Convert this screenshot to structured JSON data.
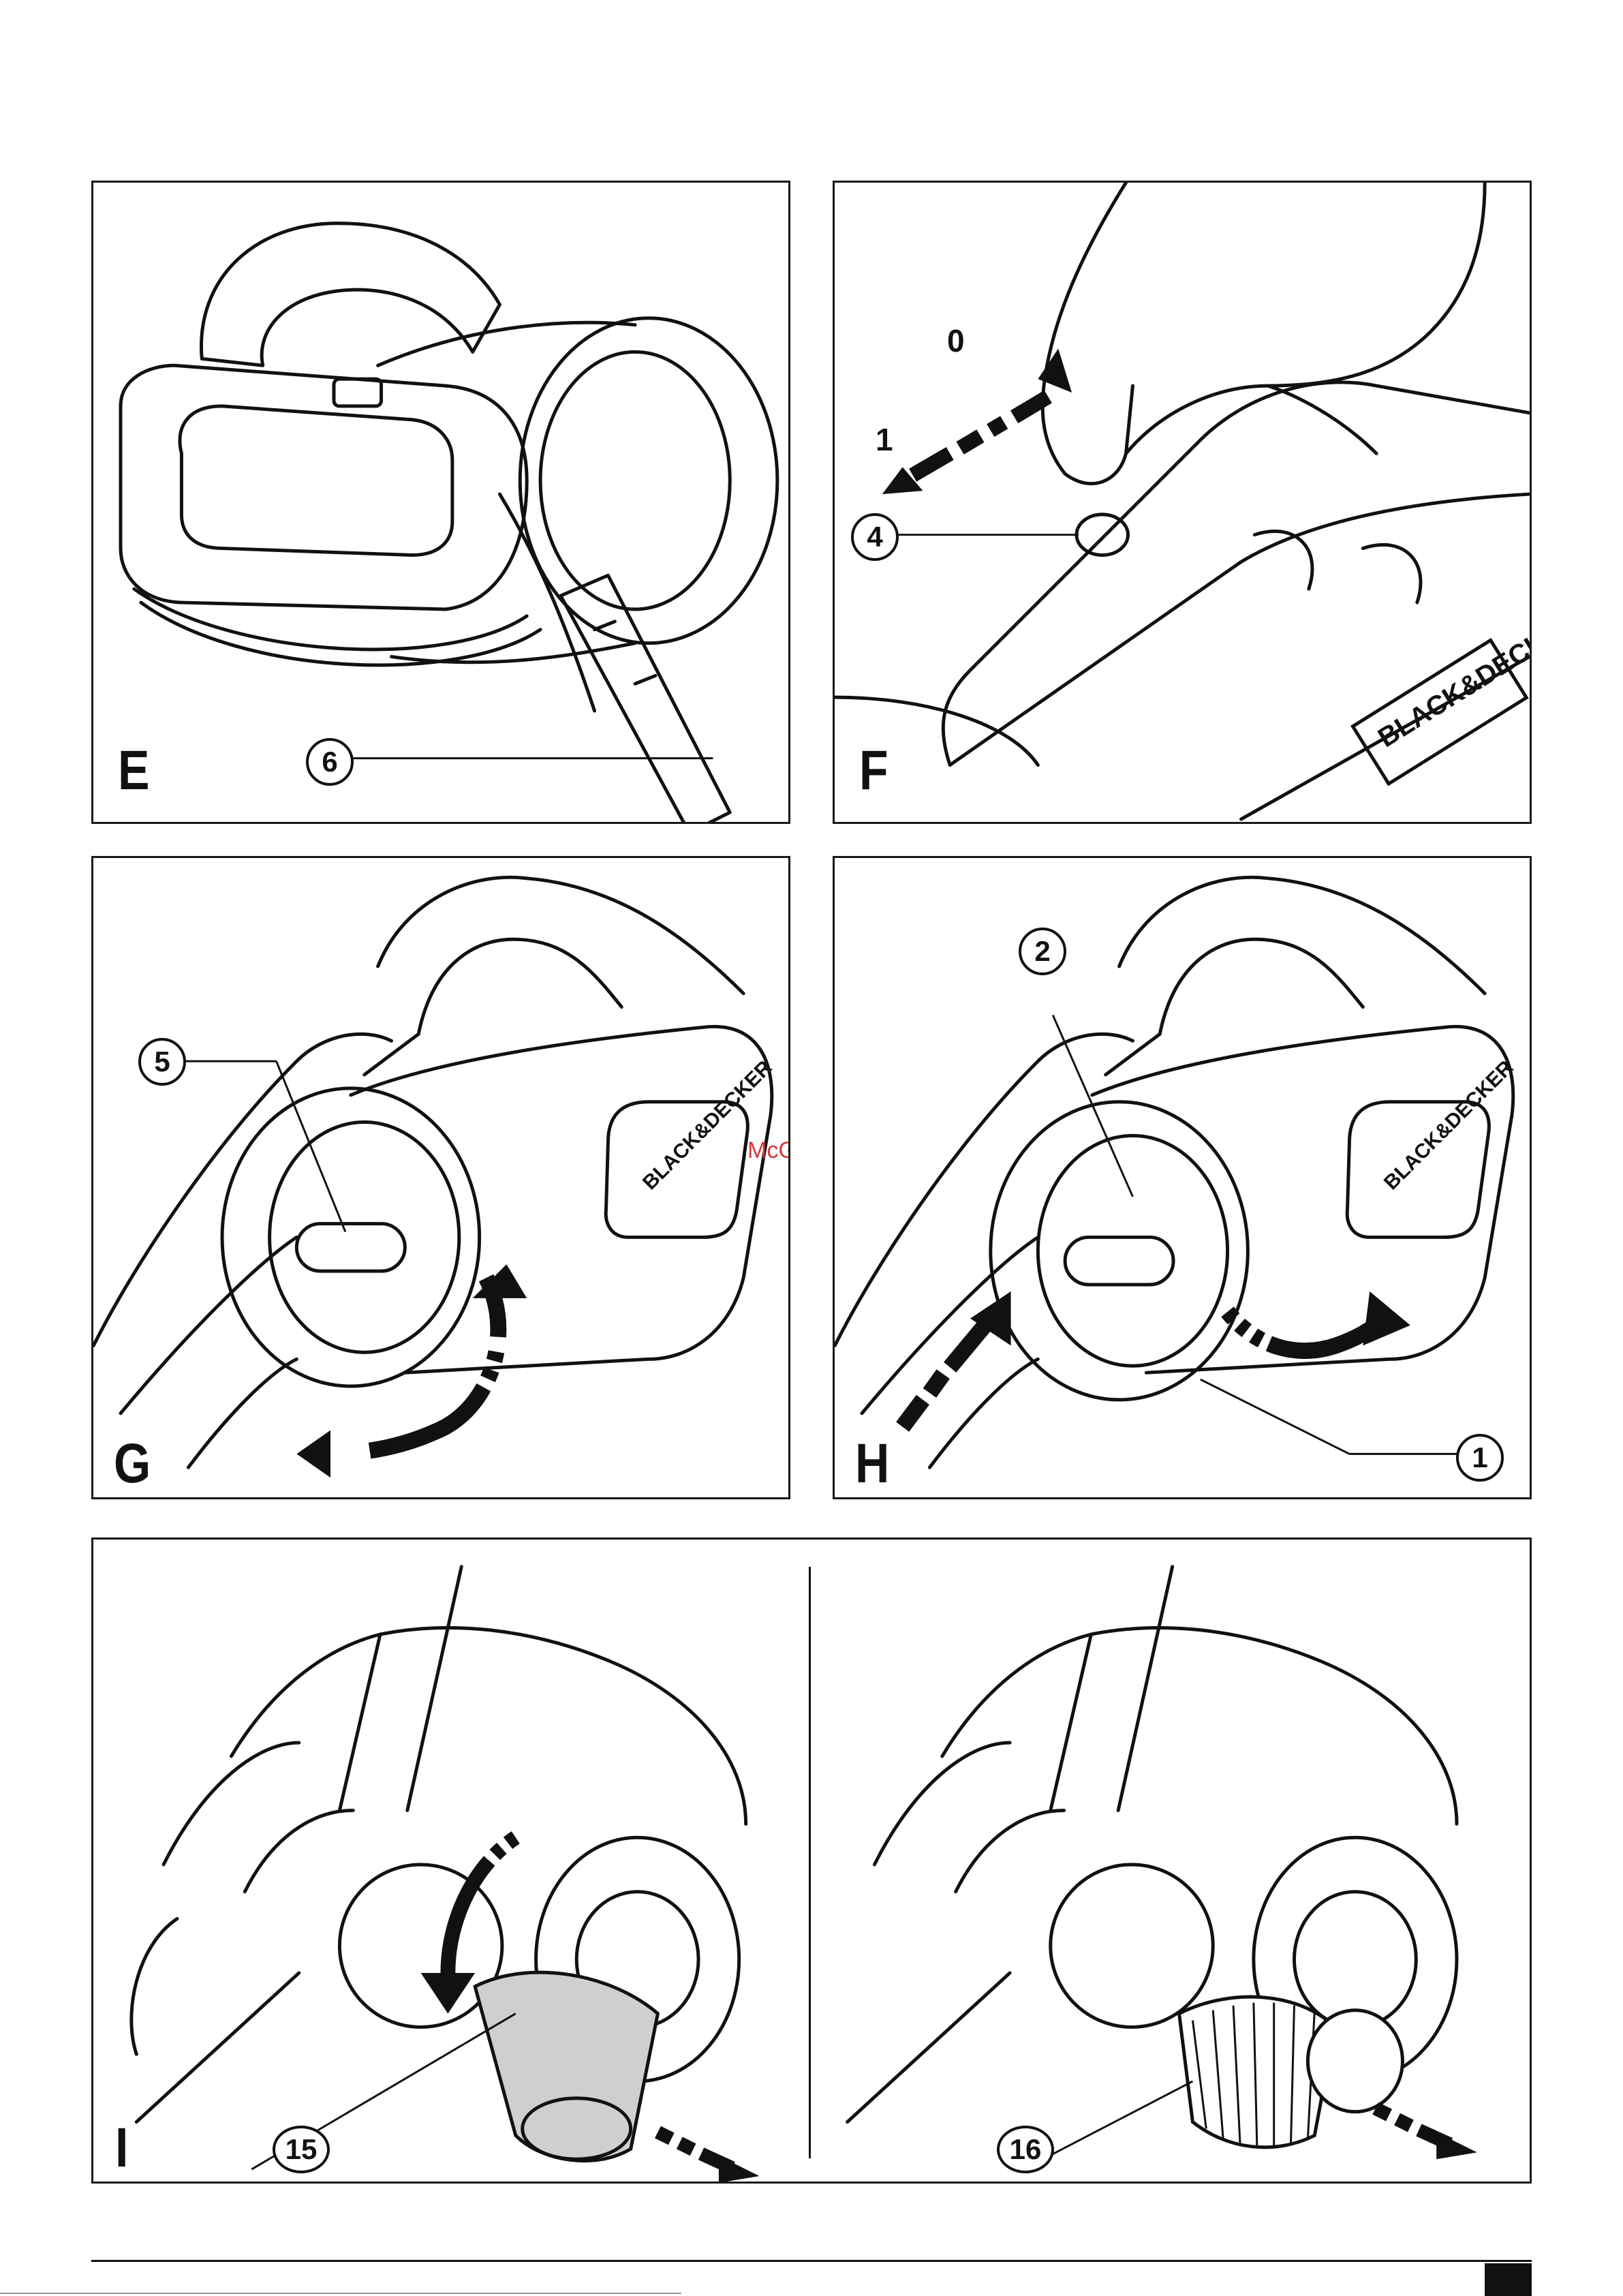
{
  "figures": {
    "E": {
      "letter": "E",
      "callouts": [
        "6"
      ]
    },
    "F": {
      "letter": "F",
      "callouts": [
        "4"
      ],
      "switch_positions": {
        "off": "0",
        "on": "1"
      },
      "brand": "BLACK&DECKER"
    },
    "G": {
      "letter": "G",
      "callouts": [
        "5"
      ],
      "brand": "BLACK&DECKER"
    },
    "H": {
      "letter": "H",
      "callouts": [
        "2",
        "1"
      ],
      "brand": "BLACK&DECKER"
    },
    "I": {
      "letter": "I",
      "callouts": [
        "15",
        "16"
      ]
    }
  },
  "watermark": "McGrp.Ru",
  "colors": {
    "line": "#111111",
    "filter_fill": "#cfcfcf",
    "watermark": "#d43a3a"
  }
}
